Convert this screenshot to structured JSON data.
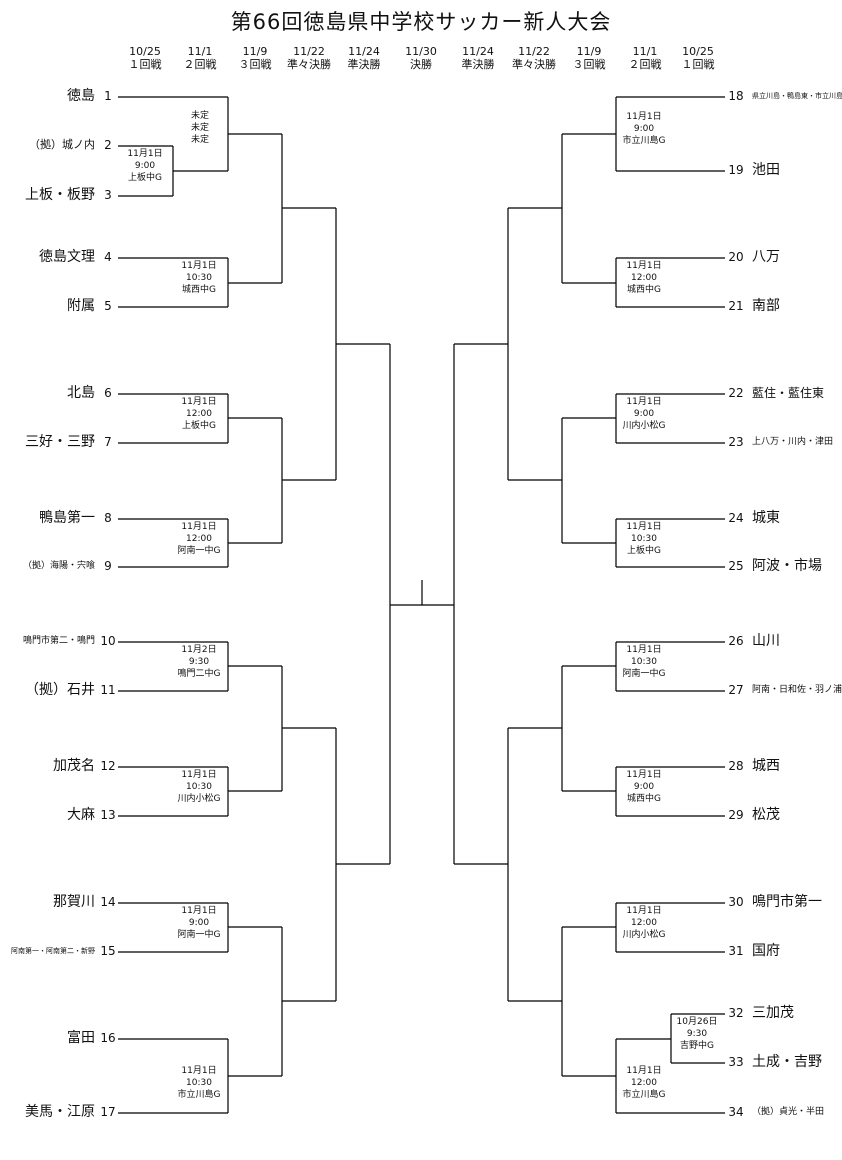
{
  "title": "第66回徳島県中学校サッカー新人大会",
  "rounds": [
    {
      "date": "10/25",
      "name": "１回戦"
    },
    {
      "date": "11/1",
      "name": "２回戦"
    },
    {
      "date": "11/9",
      "name": "３回戦"
    },
    {
      "date": "11/22",
      "name": "準々決勝"
    },
    {
      "date": "11/24",
      "name": "準決勝"
    },
    {
      "date": "11/30",
      "name": "決勝"
    },
    {
      "date": "11/24",
      "name": "準決勝"
    },
    {
      "date": "11/22",
      "name": "準々決勝"
    },
    {
      "date": "11/9",
      "name": "３回戦"
    },
    {
      "date": "11/1",
      "name": "２回戦"
    },
    {
      "date": "10/25",
      "name": "１回戦"
    }
  ],
  "teams_left": [
    {
      "no": "1",
      "name": "徳島"
    },
    {
      "no": "2",
      "name": "（拠）城ノ内"
    },
    {
      "no": "3",
      "name": "上板・板野"
    },
    {
      "no": "4",
      "name": "徳島文理"
    },
    {
      "no": "5",
      "name": "附属"
    },
    {
      "no": "6",
      "name": "北島"
    },
    {
      "no": "7",
      "name": "三好・三野"
    },
    {
      "no": "8",
      "name": "鴨島第一"
    },
    {
      "no": "9",
      "name": "（拠）海陽・宍喰"
    },
    {
      "no": "10",
      "name": "鳴門市第二・鳴門"
    },
    {
      "no": "11",
      "name": "（拠）石井"
    },
    {
      "no": "12",
      "name": "加茂名"
    },
    {
      "no": "13",
      "name": "大麻"
    },
    {
      "no": "14",
      "name": "那賀川"
    },
    {
      "no": "15",
      "name": "阿南第一・阿南第二・新野"
    },
    {
      "no": "16",
      "name": "富田"
    },
    {
      "no": "17",
      "name": "美馬・江原"
    }
  ],
  "teams_right": [
    {
      "no": "18",
      "name": "県立川島・鴨島東・市立川島"
    },
    {
      "no": "19",
      "name": "池田"
    },
    {
      "no": "20",
      "name": "八万"
    },
    {
      "no": "21",
      "name": "南部"
    },
    {
      "no": "22",
      "name": "藍住・藍住東"
    },
    {
      "no": "23",
      "name": "上八万・川内・津田"
    },
    {
      "no": "24",
      "name": "城東"
    },
    {
      "no": "25",
      "name": "阿波・市場"
    },
    {
      "no": "26",
      "name": "山川"
    },
    {
      "no": "27",
      "name": "阿南・日和佐・羽ノ浦"
    },
    {
      "no": "28",
      "name": "城西"
    },
    {
      "no": "29",
      "name": "松茂"
    },
    {
      "no": "30",
      "name": "鳴門市第一"
    },
    {
      "no": "31",
      "name": "国府"
    },
    {
      "no": "32",
      "name": "三加茂"
    },
    {
      "no": "33",
      "name": "土成・吉野"
    },
    {
      "no": "34",
      "name": "（拠）貞光・半田"
    }
  ],
  "matches": [
    {
      "id": "m2-3",
      "date": "11月1日",
      "time": "9:00",
      "venue": "上板中G"
    },
    {
      "id": "m1",
      "date": "未定",
      "time": "未定",
      "venue": "未定"
    },
    {
      "id": "m4-5",
      "date": "11月1日",
      "time": "10:30",
      "venue": "城西中G"
    },
    {
      "id": "m6-7",
      "date": "11月1日",
      "time": "12:00",
      "venue": "上板中G"
    },
    {
      "id": "m8-9",
      "date": "11月1日",
      "time": "12:00",
      "venue": "阿南一中G"
    },
    {
      "id": "m10-11",
      "date": "11月2日",
      "time": "9:30",
      "venue": "鳴門二中G"
    },
    {
      "id": "m12-13",
      "date": "11月1日",
      "time": "10:30",
      "venue": "川内小松G"
    },
    {
      "id": "m14-15",
      "date": "11月1日",
      "time": "9:00",
      "venue": "阿南一中G"
    },
    {
      "id": "m16-17",
      "date": "11月1日",
      "time": "10:30",
      "venue": "市立川島G"
    },
    {
      "id": "m18-19",
      "date": "11月1日",
      "time": "9:00",
      "venue": "市立川島G"
    },
    {
      "id": "m20-21",
      "date": "11月1日",
      "time": "12:00",
      "venue": "城西中G"
    },
    {
      "id": "m22-23",
      "date": "11月1日",
      "time": "9:00",
      "venue": "川内小松G"
    },
    {
      "id": "m24-25",
      "date": "11月1日",
      "time": "10:30",
      "venue": "上板中G"
    },
    {
      "id": "m26-27",
      "date": "11月1日",
      "time": "10:30",
      "venue": "阿南一中G"
    },
    {
      "id": "m28-29",
      "date": "11月1日",
      "time": "9:00",
      "venue": "城西中G"
    },
    {
      "id": "m30-31",
      "date": "11月1日",
      "time": "12:00",
      "venue": "川内小松G"
    },
    {
      "id": "m32-33",
      "date": "10月26日",
      "time": "9:30",
      "venue": "吉野中G"
    },
    {
      "id": "m33-34",
      "date": "11月1日",
      "time": "12:00",
      "venue": "市立川島G"
    }
  ]
}
